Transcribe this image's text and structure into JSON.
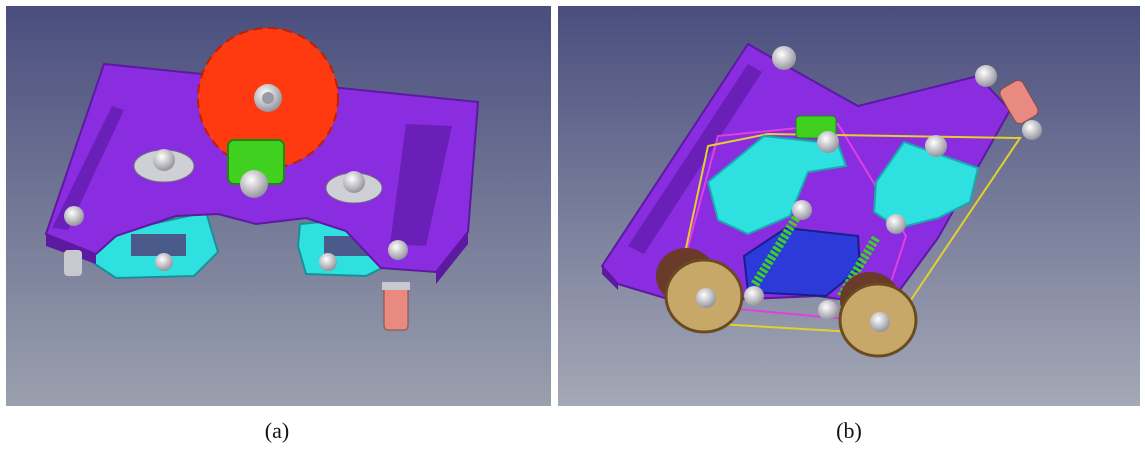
{
  "figure": {
    "panels": [
      {
        "id": "a",
        "caption": "(a)"
      },
      {
        "id": "b",
        "caption": "(b)"
      }
    ]
  },
  "colors": {
    "background_top": "#4a4e7e",
    "background_bottom": "#9aa0ae",
    "plate": "#8a2ce0",
    "plate_dark": "#5c1aa0",
    "large_gear": "#ff3a10",
    "small_gear": "#3fd020",
    "bracket": "#2fe0e0",
    "bracket_dark": "#1aa8b0",
    "center_block": "#2b3ad8",
    "spring": "#3ccf2a",
    "pulley": "#c8a868",
    "pulley_dark": "#6a3a2a",
    "belt_magenta": "#e040e0",
    "belt_yellow": "#e0d030",
    "bolt": "#d8d8dc",
    "spacer": "#e88a80"
  }
}
